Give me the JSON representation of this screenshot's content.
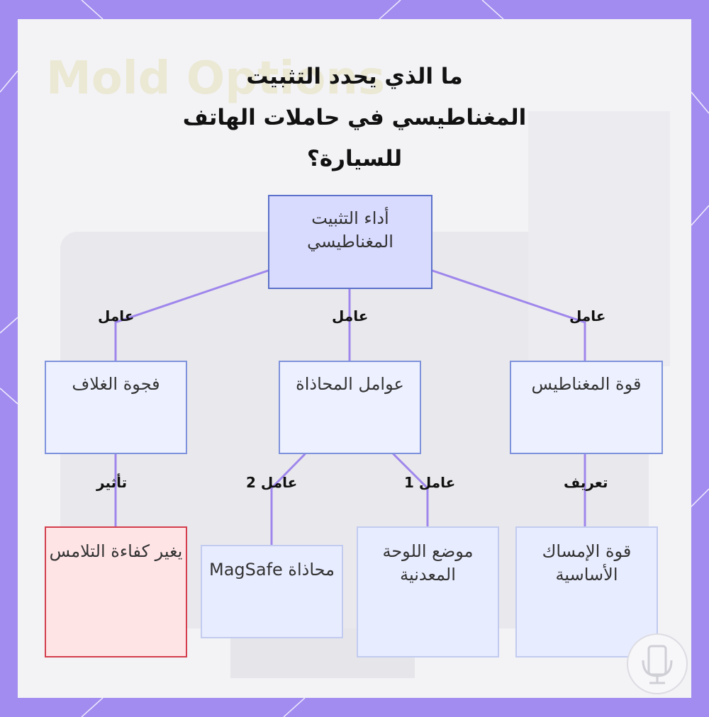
{
  "title": "ما الذي يحدد التثبيت المغناطيسي في حاملات الهاتف للسيارة؟",
  "watermark_text": "Mold Options",
  "nodes": {
    "root": "أداء التثبيت المغناطيسي",
    "magnet_strength": "قوة المغناطيس",
    "alignment_factors": "عوامل المحاذاة",
    "case_gap": "فجوة الغلاف",
    "base_holding": "قوة الإمساك الأساسية",
    "metal_plate": "موضع اللوحة المعدنية",
    "magsafe": "محاذاة MagSafe",
    "contact_efficiency": "يغير كفاءة التلامس"
  },
  "edge_labels": {
    "root_to_magnet": "عامل",
    "root_to_alignment": "عامل",
    "root_to_gap": "عامل",
    "magnet_to_base": "تعريف",
    "alignment_to_plate": "عامل 1",
    "alignment_to_magsafe": "عامل 2",
    "gap_to_contact": "تأثير"
  },
  "colors": {
    "frame": "#a28cf0",
    "connector": "#9f86ec",
    "root_fill": "#d8dafe",
    "node_border": "#7e92dc",
    "warn_border": "#d33d4c",
    "warn_fill": "#ffe4e6"
  },
  "icons": [
    "watermark-logo-icon"
  ]
}
